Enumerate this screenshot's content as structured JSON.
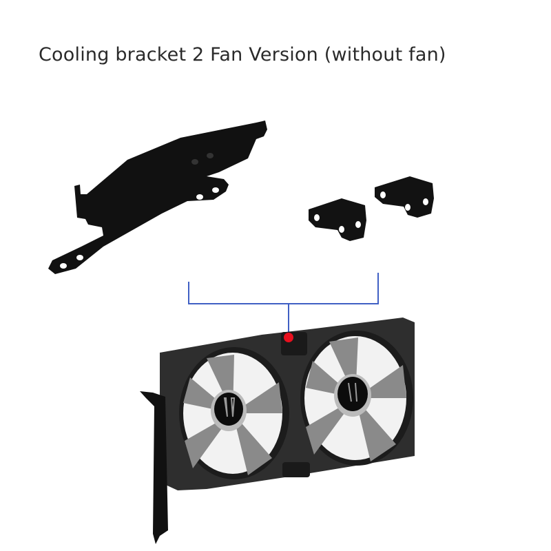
{
  "title": "Cooling bracket 2 Fan Version (without fan)",
  "colors": {
    "background": "#ffffff",
    "title_text": "#2a2a2a",
    "bracket_metal": "#111111",
    "connector_line": "#3f5fc4",
    "marker_dot": "#e8101e",
    "fan_frame": "#2e2e2e",
    "fan_blade": "#8a8a8a",
    "fan_hub": "#0c0c0c"
  },
  "parts": {
    "main_bracket": "pci-slot-bracket",
    "small_brackets": [
      "l-bracket-left",
      "l-bracket-right"
    ],
    "assembly": "dual-fan-assembly",
    "fan_count": 2
  }
}
